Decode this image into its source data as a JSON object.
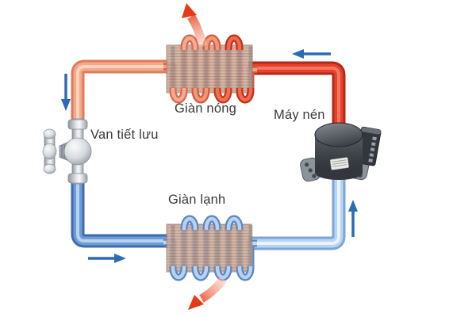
{
  "diagram": {
    "type": "refrigeration-cycle",
    "background": "#ffffff",
    "labels": {
      "condenser": "Giàn nóng",
      "compressor": "Máy nén",
      "expansion_valve": "Van tiết lưu",
      "evaporator": "Giàn lạnh"
    },
    "colors": {
      "hot_pipe": "#e8402c",
      "warm_pipe": "#f2a98c",
      "cold_pipe": "#6f9bd4",
      "cool_pipe": "#b9d4ef",
      "fin_block": "#cfae9c",
      "flow_arrow_blue": "#2b6cb3",
      "heat_arrow_red": "#e63a17",
      "label_text": "#3a3a3a",
      "compressor_body": "#3c4047",
      "valve_metal": "#c9ced5"
    },
    "flow_arrows": [
      {
        "id": "condenser-to-valve",
        "direction": "down"
      },
      {
        "id": "compressor-to-condenser",
        "direction": "left"
      },
      {
        "id": "evaporator-to-compressor",
        "direction": "up"
      },
      {
        "id": "valve-to-evaporator",
        "direction": "right"
      }
    ],
    "heat_arrows": [
      {
        "id": "heat-out-of-condenser",
        "direction": "up"
      },
      {
        "id": "cold-out-of-evaporator",
        "direction": "down-left"
      }
    ]
  }
}
